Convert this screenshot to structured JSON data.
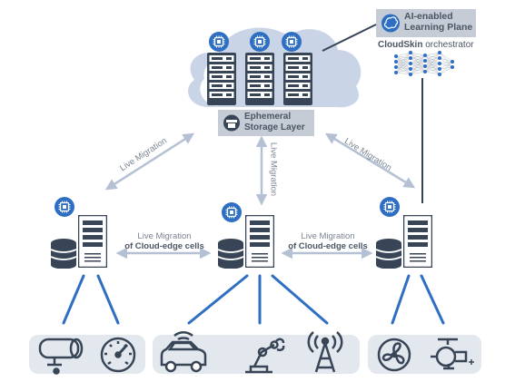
{
  "ai_plane": {
    "line1": "AI-enabled",
    "line2": "Learning Plane"
  },
  "orchestrator": {
    "brand": "CloudSkin",
    "suffix": " orchestrator"
  },
  "storage": {
    "line1": "Ephemeral",
    "line2": "Storage Layer"
  },
  "migration": {
    "left_diag": "Live Migration",
    "right_diag": "Live Migration",
    "vertical": "Live Migration",
    "left_h_top": "Live Migration",
    "left_h_bottom": "of Cloud-edge cells",
    "right_h_top": "Live Migration",
    "right_h_bottom": "of Cloud-edge cells"
  },
  "colors": {
    "cloud": "#c9d5e6",
    "arrow": "#b4c0d3",
    "link": "#2e6fc4",
    "chip": "#2e6fc4",
    "rack": "#384556",
    "device_bg": "#e3e8ef",
    "label_box": "#c6ccd6"
  },
  "icons": {
    "cloud": "cloud-icon",
    "ai_plane": "brain-icon",
    "orchestrator": "neural-network-icon",
    "storage": "storage-engine-icon",
    "servers": "server-rack-icon",
    "chips": "cpu-chip-icon",
    "databases": "database-icon",
    "devices": [
      "security-camera-icon",
      "gauge-icon",
      "car-icon",
      "robot-arm-icon",
      "antenna-tower-icon",
      "fan-icon",
      "valve-icon"
    ]
  }
}
